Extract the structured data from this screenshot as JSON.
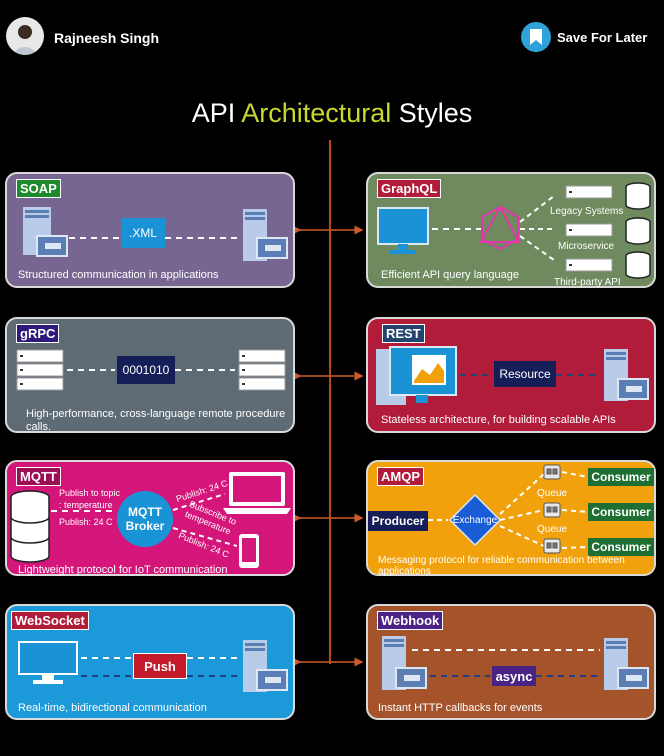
{
  "header": {
    "author": "Rajneesh Singh",
    "save_label": "Save For Later"
  },
  "title": {
    "part1": "API ",
    "highlight": "Architectural",
    "part2": " Styles"
  },
  "colors": {
    "soap": "#776691",
    "graphql": "#6e8a5e",
    "grpc": "#5e6b75",
    "rest": "#b01c3a",
    "mqtt": "#d4167a",
    "amqp": "#f0a10c",
    "websocket": "#1c99d8",
    "webhook": "#a5532b",
    "connector": "#b5451d",
    "accent": "#c8d62e"
  },
  "cards": {
    "soap": {
      "label": "SOAP",
      "center": ".XML",
      "description": "Structured communication in applications",
      "icon": "server-icon"
    },
    "graphql": {
      "label": "GraphQL",
      "targets": [
        "Legacy Systems",
        "Microservice",
        "Third-party API"
      ],
      "description": "Efficient API query language",
      "icon": "graphql-logo-icon"
    },
    "grpc": {
      "label": "gRPC",
      "center": "0001010",
      "description": "High-performance, cross-language remote procedure calls."
    },
    "rest": {
      "label": "REST",
      "center": "Resource",
      "description": "Stateless architecture, for building scalable APIs"
    },
    "mqtt": {
      "label": "MQTT",
      "broker": "MQTT Broker",
      "pub_topic": "Publish to topic : temperature",
      "pub_value": "Publish: 24 C",
      "pub_laptop": "Publish: 24 C",
      "subscribe": "Subscribe to temperature",
      "pub_phone": "Publish: 24 C",
      "description": "Lightweight protocol for IoT communication"
    },
    "amqp": {
      "label": "AMQP",
      "producer": "Producer",
      "exchange": "Exchange",
      "queues": [
        "Queue",
        "Queue"
      ],
      "consumers": [
        "Consumer",
        "Consumer",
        "Consumer"
      ],
      "description": "Messaging protocol for reliable communication between applications"
    },
    "websocket": {
      "label": "WebSocket",
      "center": "Push",
      "description": "Real-time, bidirectional communication"
    },
    "webhook": {
      "label": "Webhook",
      "center": "async",
      "description": "Instant HTTP callbacks for events"
    }
  }
}
